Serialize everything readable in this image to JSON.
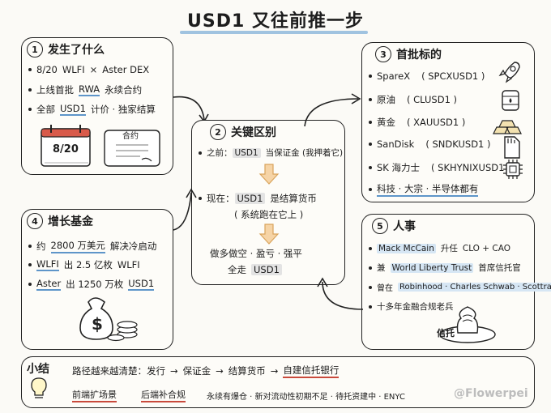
{
  "title": "USD1 又往前推一步",
  "box1": {
    "num": "1",
    "heading": "发生了什么",
    "items": [
      [
        "8/20",
        "WLFI",
        "×",
        "Aster DEX"
      ],
      [
        "上线首批",
        "RWA",
        "永续合约"
      ],
      [
        "全部",
        "USD1",
        "计价 · 独家结算"
      ]
    ],
    "calendar": "8/20",
    "contract": "合约"
  },
  "box2": {
    "num": "2",
    "heading": "关键区别",
    "before_label": "之前：",
    "before_token": "USD1",
    "before_text": "当保证金 (我押着它)",
    "now_label": "现在：",
    "now_token": "USD1",
    "now_text": "是结算货币",
    "now_sub": "( 系统跑在它上 )",
    "bottom_1": "做多做空 · 盈亏 · 强平",
    "bottom_2_pre": "全走",
    "bottom_2_token": "USD1"
  },
  "box3": {
    "num": "3",
    "heading": "首批标的",
    "items": [
      {
        "name": "SpareX",
        "code": "( SPCXUSD1 )",
        "icon": "rocket-icon"
      },
      {
        "name": "原油",
        "code": "( CLUSD1 )",
        "icon": "oil-barrel-icon"
      },
      {
        "name": "黄金",
        "code": "( XAUUSD1 )",
        "icon": "gold-bars-icon"
      },
      {
        "name": "SanDisk",
        "code": "( SNDKUSD1 )",
        "icon": "sd-card-icon"
      },
      {
        "name": "SK 海力士",
        "code": "( SKHYNIXUSD1 )",
        "icon": "chip-icon"
      }
    ],
    "summary": "科技 · 大宗 · 半导体都有"
  },
  "box4": {
    "num": "4",
    "heading": "增长基金",
    "items": [
      [
        "约",
        "2800 万美元",
        "解决冷启动"
      ],
      [
        "WLFI",
        "出 2.5 亿枚",
        "WLFI"
      ],
      [
        "Aster",
        "出 1250 万枚",
        "USD1"
      ]
    ]
  },
  "box5": {
    "num": "5",
    "heading": "人事",
    "items": [
      [
        "Mack McCain",
        "升任",
        "CLO + CAO"
      ],
      [
        "兼",
        "World Liberty Trust",
        "首席信托官"
      ],
      [
        "曾在",
        "Robinhood · Charles Schwab · Scottrade"
      ],
      [
        "十多年金融合规老兵"
      ]
    ],
    "stamp": "信托"
  },
  "summary": {
    "label": "小结",
    "line1": [
      "路径越来越清楚：发行",
      "→",
      "保证金",
      "→",
      "结算货币",
      "→",
      "自建信托银行"
    ],
    "tag1": "前端扩场景",
    "tag2": "后端补合规",
    "line2_rest": "永续有爆仓 · 新对流动性初期不足 · 待托资建中 · ENYC",
    "watermark": "@Flowerpei"
  }
}
